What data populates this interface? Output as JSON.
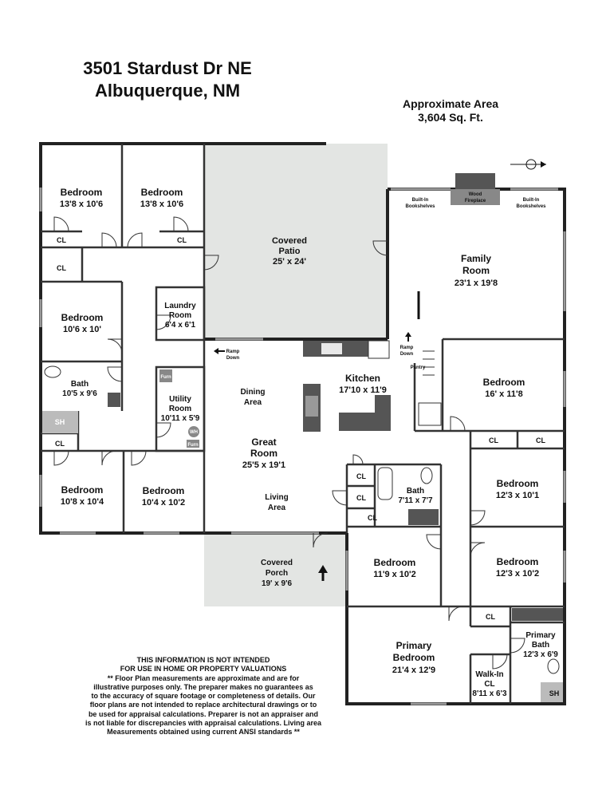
{
  "header": {
    "address_line1": "3501 Stardust Dr NE",
    "address_line2": "Albuquerque, NM",
    "area_line1": "Approximate Area",
    "area_line2": "3,604 Sq. Ft."
  },
  "rooms": {
    "bed_nw1": {
      "name": "Bedroom",
      "dim": "13'8 x 10'6"
    },
    "bed_nw2": {
      "name": "Bedroom",
      "dim": "13'8 x 10'6"
    },
    "patio": {
      "name1": "Covered",
      "name2": "Patio",
      "dim": "25' x 24'"
    },
    "family": {
      "name1": "Family",
      "name2": "Room",
      "dim": "23'1 x 19'8"
    },
    "bed_w": {
      "name": "Bedroom",
      "dim": "10'6 x 10'"
    },
    "laundry": {
      "name1": "Laundry",
      "name2": "Room",
      "dim": "6'4 x 6'1"
    },
    "bath_w": {
      "name": "Bath",
      "dim": "10'5 x 9'6"
    },
    "utility": {
      "name1": "Utility",
      "name2": "Room",
      "dim": "10'11 x 5'9"
    },
    "dining": {
      "name1": "Dining",
      "name2": "Area"
    },
    "kitchen": {
      "name": "Kitchen",
      "dim": "17'10 x 11'9"
    },
    "bed_e": {
      "name": "Bedroom",
      "dim": "16' x 11'8"
    },
    "great": {
      "name1": "Great",
      "name2": "Room",
      "dim": "25'5 x 19'1"
    },
    "living": {
      "name1": "Living",
      "name2": "Area"
    },
    "bed_sw1": {
      "name": "Bedroom",
      "dim": "10'8 x 10'4"
    },
    "bed_sw2": {
      "name": "Bedroom",
      "dim": "10'4 x 10'2"
    },
    "bath_c": {
      "name": "Bath",
      "dim": "7'11 x 7'7"
    },
    "bed_se1": {
      "name": "Bedroom",
      "dim": "12'3 x 10'1"
    },
    "porch": {
      "name1": "Covered",
      "name2": "Porch",
      "dim": "19' x 9'6"
    },
    "bed_c": {
      "name": "Bedroom",
      "dim": "11'9 x 10'2"
    },
    "bed_se2": {
      "name": "Bedroom",
      "dim": "12'3 x 10'2"
    },
    "primary_bed": {
      "name1": "Primary",
      "name2": "Bedroom",
      "dim": "21'4 x 12'9"
    },
    "primary_bath": {
      "name1": "Primary",
      "name2": "Bath",
      "dim": "12'3 x 6'9"
    },
    "walkin": {
      "name1": "Walk-In",
      "name2": "CL",
      "dim": "8'11 x 6'3"
    }
  },
  "fixtures": {
    "cl": "CL",
    "sh": "SH",
    "pantry": "Pantry",
    "ramp_down1": "Ramp",
    "ramp_down2": "Down",
    "builtin1": "Built-In",
    "builtin2": "Bookshelves",
    "fireplace1": "Wood",
    "fireplace2": "Fireplace",
    "furn": "Furn",
    "wh": "WH"
  },
  "disclaimer": [
    "THIS INFORMATION IS NOT INTENDED",
    "FOR USE IN HOME OR PROPERTY VALUATIONS",
    "** Floor Plan measurements are approximate and are for",
    "illustrative purposes only. The preparer makes no guarantees as",
    "to the accuracy of square footage or completeness of details. Our",
    "floor plans are not intended to replace architectural drawings or to",
    "be used for appraisal calculations. Preparer is not an appraiser and",
    "is not liable for discrepancies with appraisal calculations. Living area",
    "Measurements obtained using current ANSI standards **"
  ],
  "colors": {
    "wall": "#222222",
    "covered": "#e3e5e3",
    "counter": "#555555"
  }
}
